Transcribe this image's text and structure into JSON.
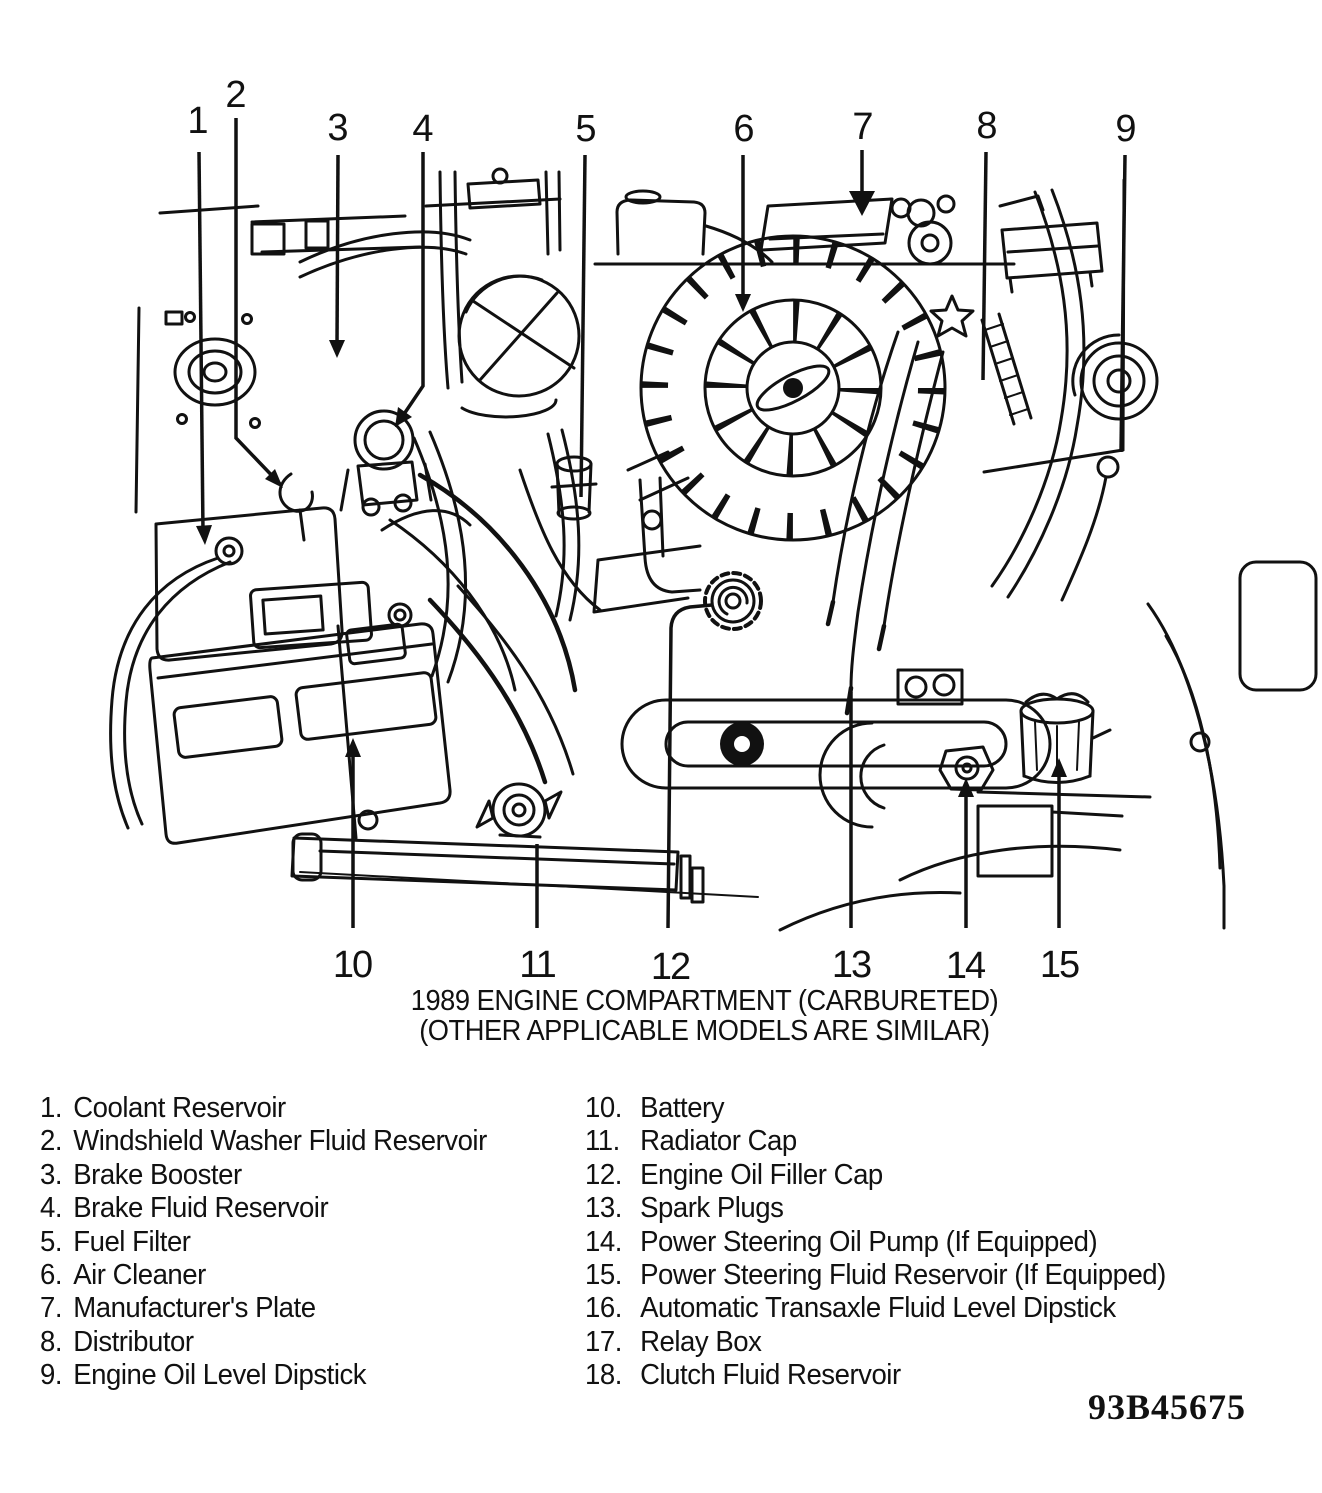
{
  "figure": {
    "caption_line1": "1989 ENGINE COMPARTMENT (CARBURETED)",
    "caption_line2": "(OTHER APPLICABLE MODELS ARE SIMILAR)",
    "figure_code": "93B45675",
    "ink_color": "#111111",
    "paper_color": "#ffffff"
  },
  "callouts": {
    "top": [
      {
        "num": "1"
      },
      {
        "num": "2"
      },
      {
        "num": "3"
      },
      {
        "num": "4"
      },
      {
        "num": "5"
      },
      {
        "num": "6"
      },
      {
        "num": "7"
      },
      {
        "num": "8"
      },
      {
        "num": "9"
      }
    ],
    "bottom": [
      {
        "num": "10"
      },
      {
        "num": "11"
      },
      {
        "num": "12"
      },
      {
        "num": "13"
      },
      {
        "num": "14"
      },
      {
        "num": "15"
      }
    ]
  },
  "legend": {
    "left": [
      {
        "num": "1.",
        "label": "Coolant Reservoir"
      },
      {
        "num": "2.",
        "label": "Windshield Washer Fluid Reservoir"
      },
      {
        "num": "3.",
        "label": "Brake Booster"
      },
      {
        "num": "4.",
        "label": "Brake Fluid Reservoir"
      },
      {
        "num": "5.",
        "label": "Fuel Filter"
      },
      {
        "num": "6.",
        "label": "Air Cleaner"
      },
      {
        "num": "7.",
        "label": "Manufacturer's Plate"
      },
      {
        "num": "8.",
        "label": "Distributor"
      },
      {
        "num": "9.",
        "label": "Engine Oil Level Dipstick"
      }
    ],
    "right": [
      {
        "num": "10.",
        "label": "Battery"
      },
      {
        "num": "11.",
        "label": "Radiator Cap"
      },
      {
        "num": "12.",
        "label": "Engine Oil Filler Cap"
      },
      {
        "num": "13.",
        "label": "Spark Plugs"
      },
      {
        "num": "14.",
        "label": "Power Steering Oil Pump (If Equipped)"
      },
      {
        "num": "15.",
        "label": "Power Steering Fluid Reservoir (If Equipped)"
      },
      {
        "num": "16.",
        "label": "Automatic Transaxle Fluid Level Dipstick"
      },
      {
        "num": "17.",
        "label": "Relay Box"
      },
      {
        "num": "18.",
        "label": "Clutch Fluid Reservoir"
      }
    ]
  }
}
